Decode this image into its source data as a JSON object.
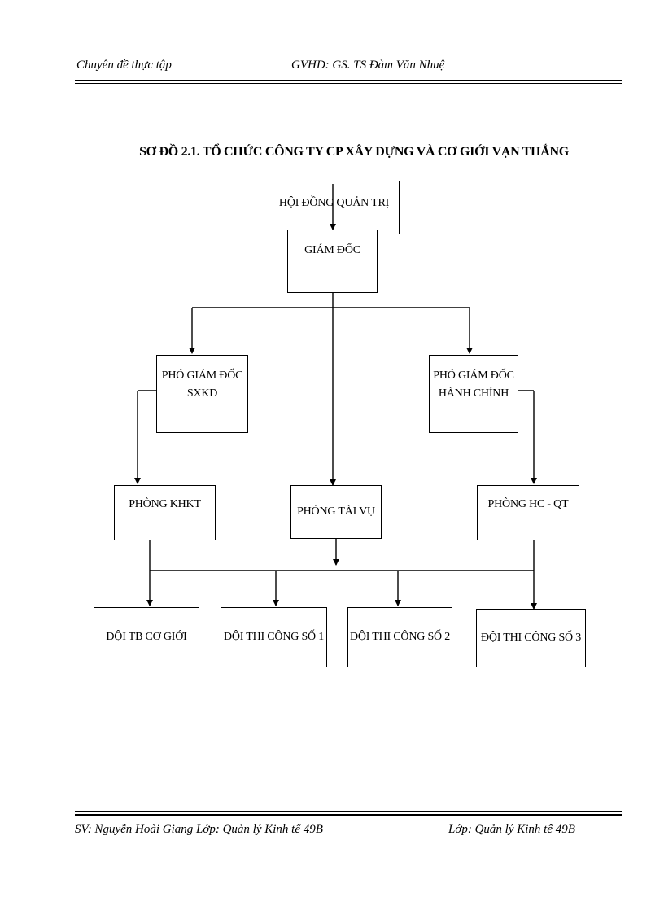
{
  "header": {
    "left": "Chuyên đề thực tập",
    "center": "GVHD: GS. TS Đàm Văn Nhuệ"
  },
  "title": "SƠ ĐỒ 2.1. TỔ CHỨC CÔNG TY CP XÂY DỰNG VÀ CƠ GIỚI VẠN THẮNG",
  "nodes": {
    "hdqt": "HỘI ĐỒNG QUẢN TRỊ",
    "gd": "GIÁM ĐỐC",
    "pgd_sxkd": {
      "line1": "PHÓ GIÁM ĐỐC",
      "line2": "SXKD"
    },
    "pgd_hc": {
      "line1": "PHÓ GIÁM ĐỐC",
      "line2": "HÀNH CHÍNH"
    },
    "khkt": "PHÒNG KHKT",
    "taivu": "PHÒNG TÀI VỤ",
    "hcqt": "PHÒNG HC - QT",
    "doi_tb": "ĐỘI TB CƠ GIỚI",
    "doi_1": "ĐỘI THI CÔNG SỐ 1",
    "doi_2": "ĐỘI THI CÔNG SỐ 2",
    "doi_3": "ĐỘI THI CÔNG SỐ 3"
  },
  "footer": {
    "left": "SV: Nguyễn Hoài Giang Lớp: Quản lý Kinh tế 49B",
    "right": "Lớp: Quản lý Kinh tế 49B"
  }
}
